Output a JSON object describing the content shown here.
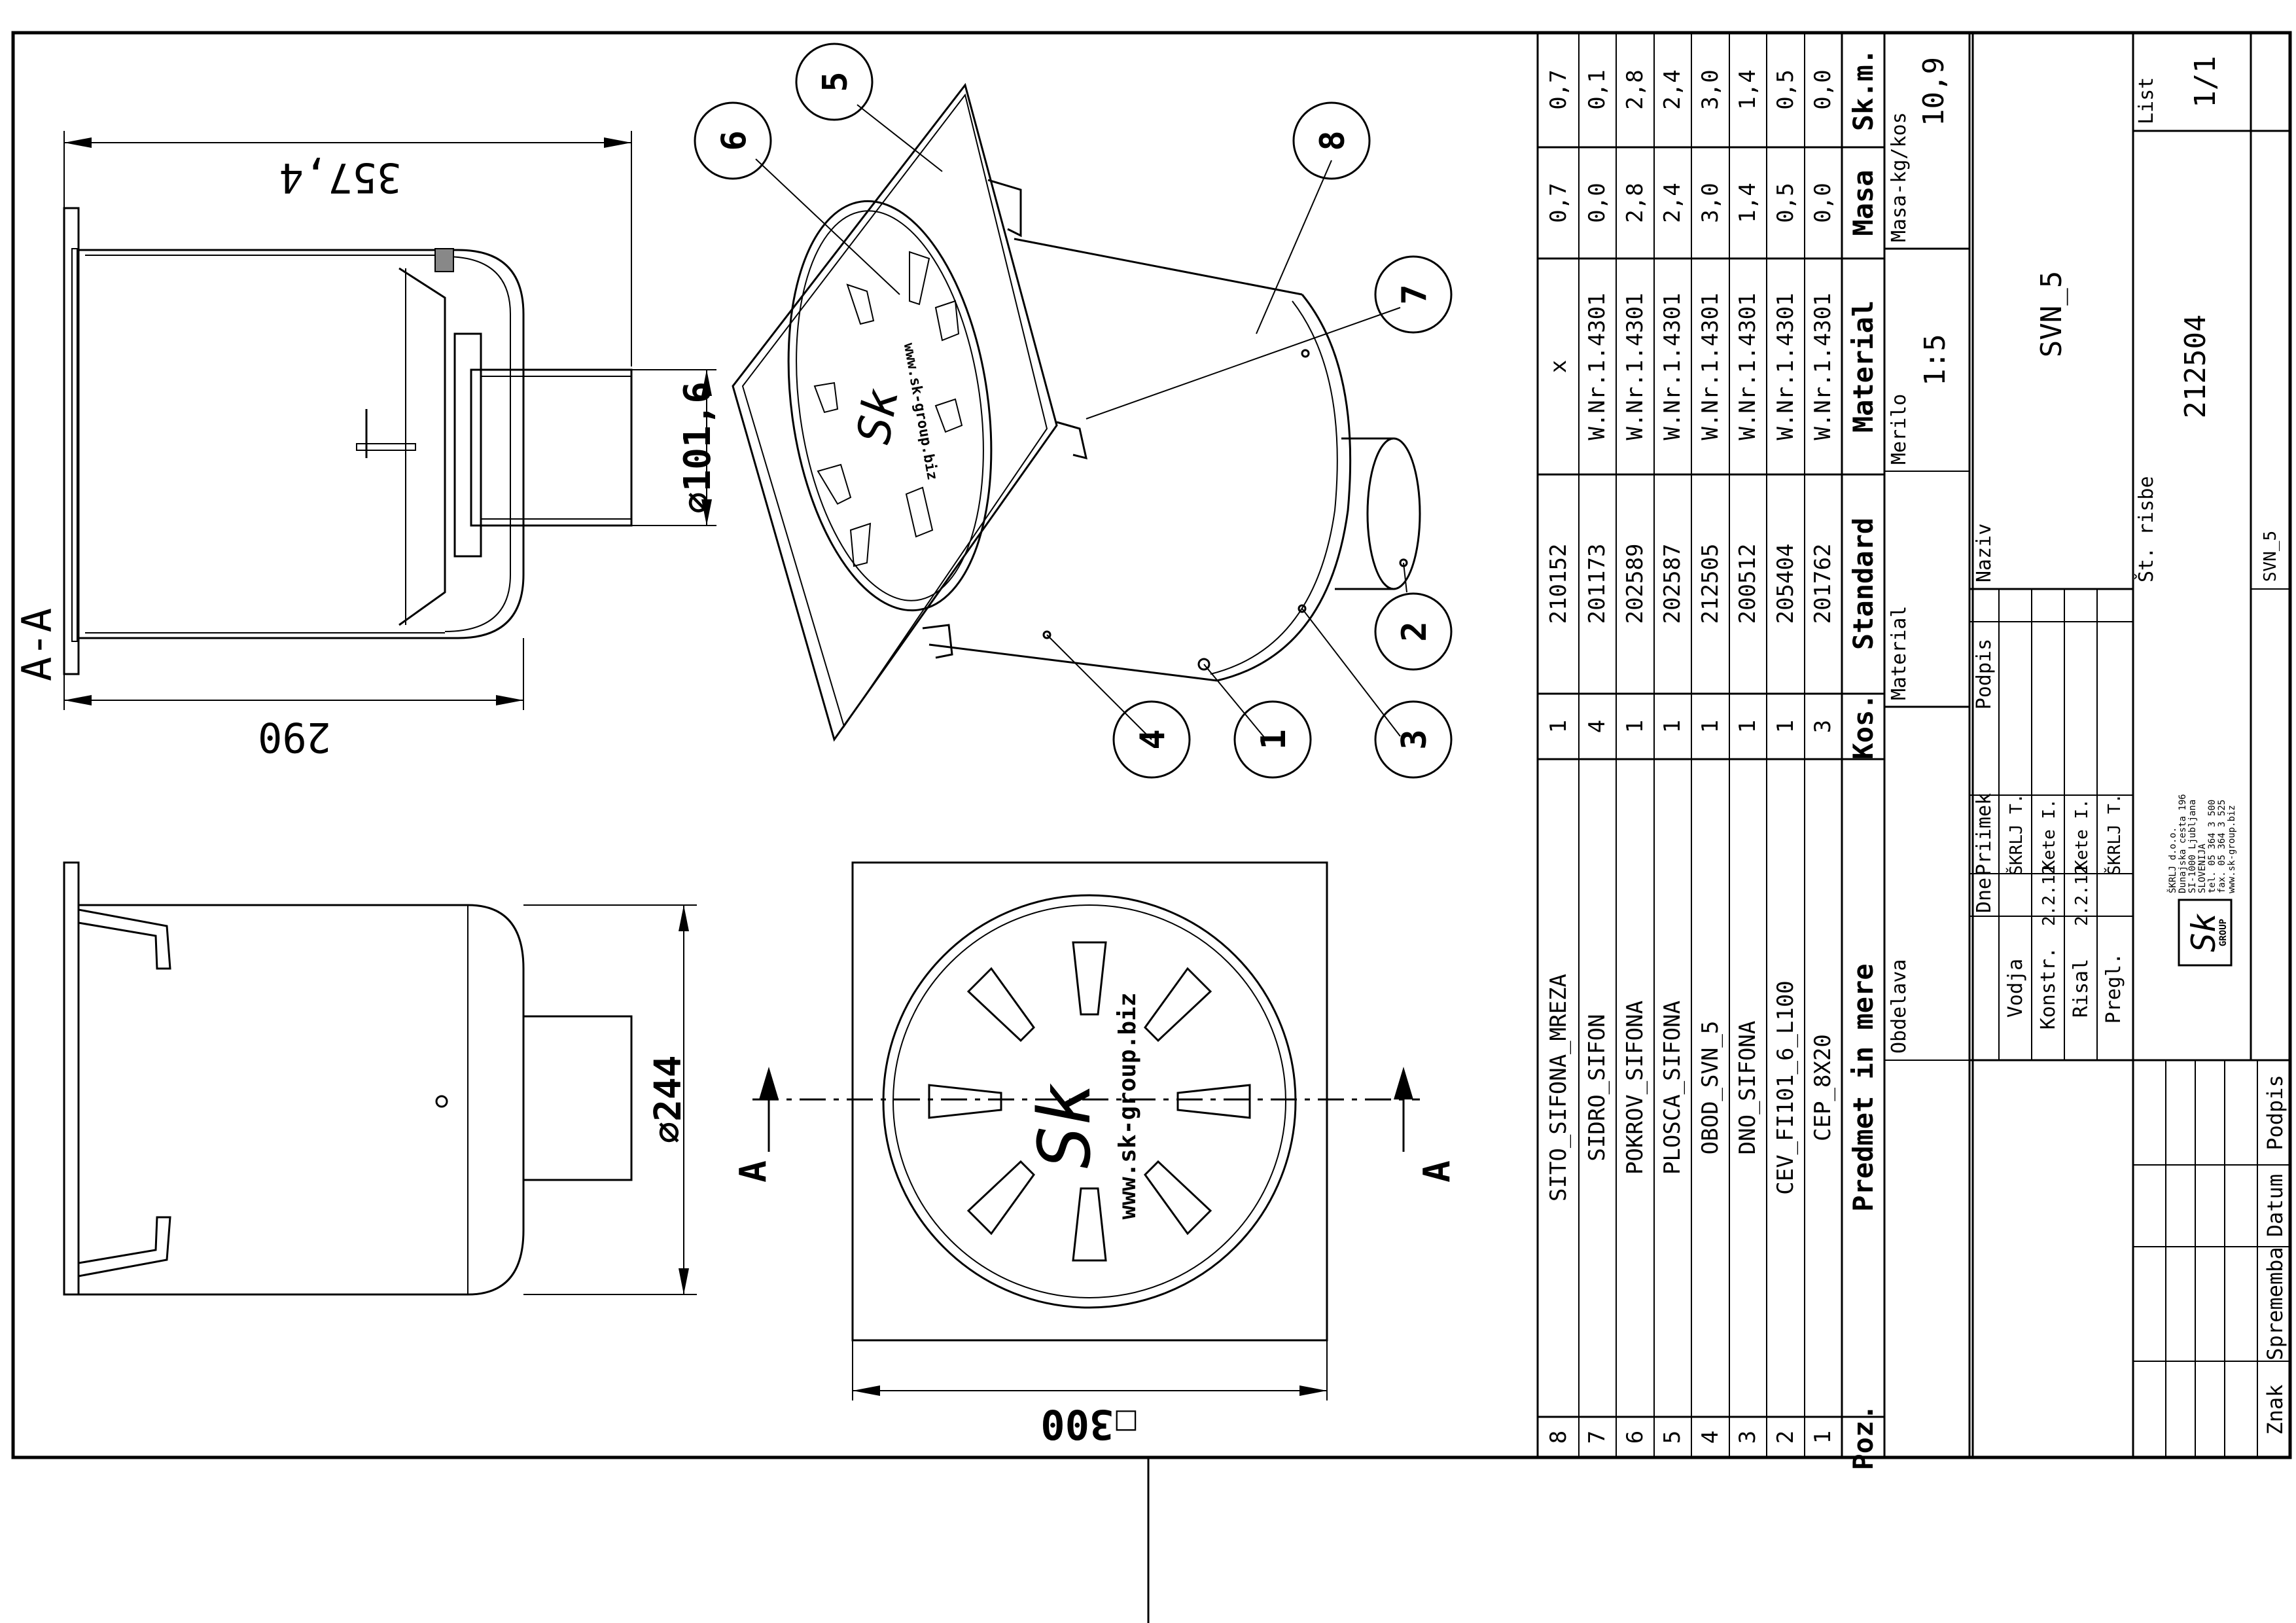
{
  "drawing": {
    "section_label": "A-A",
    "cut_marker": "A",
    "dim_height_total": "357,4",
    "dim_height_body": "290",
    "dim_outlet_diameter": "⌀101,6",
    "dim_body_diameter": "⌀244",
    "dim_square": "☐300",
    "grate_logo": "Sk",
    "grate_url": "www.sk-group.biz",
    "callouts": [
      "1",
      "2",
      "3",
      "4",
      "5",
      "6",
      "7",
      "8"
    ]
  },
  "parts_table": {
    "headers": {
      "poz": "Poz.",
      "name": "Predmet in mere",
      "qty": "Kos.",
      "standard": "Standard",
      "material": "Material",
      "mass": "Masa",
      "mass_total": "Sk.m."
    },
    "rows": [
      {
        "poz": "8",
        "name": "SITO_SIFONA_MREZA",
        "qty": "1",
        "standard": "210152",
        "material": "x",
        "mass": "0,7",
        "mass_total": "0,7"
      },
      {
        "poz": "7",
        "name": "SIDRO_SIFON",
        "qty": "4",
        "standard": "201173",
        "material": "W.Nr.1.4301",
        "mass": "0,0",
        "mass_total": "0,1"
      },
      {
        "poz": "6",
        "name": "POKROV_SIFONA",
        "qty": "1",
        "standard": "202589",
        "material": "W.Nr.1.4301",
        "mass": "2,8",
        "mass_total": "2,8"
      },
      {
        "poz": "5",
        "name": "PLOSCA_SIFONA",
        "qty": "1",
        "standard": "202587",
        "material": "W.Nr.1.4301",
        "mass": "2,4",
        "mass_total": "2,4"
      },
      {
        "poz": "4",
        "name": "OBOD_SVN_5",
        "qty": "1",
        "standard": "212505",
        "material": "W.Nr.1.4301",
        "mass": "3,0",
        "mass_total": "3,0"
      },
      {
        "poz": "3",
        "name": "DNO_SIFONA",
        "qty": "1",
        "standard": "200512",
        "material": "W.Nr.1.4301",
        "mass": "1,4",
        "mass_total": "1,4"
      },
      {
        "poz": "2",
        "name": "CEV_FI101_6_L100",
        "qty": "1",
        "standard": "205404",
        "material": "W.Nr.1.4301",
        "mass": "0,5",
        "mass_total": "0,5"
      },
      {
        "poz": "1",
        "name": "CEP_8X20",
        "qty": "3",
        "standard": "201762",
        "material": "W.Nr.1.4301",
        "mass": "0,0",
        "mass_total": "0,0"
      }
    ]
  },
  "title_block": {
    "masa_label": "Masa-kg/kos",
    "masa_value": "10,9",
    "merilo_label": "Merilo",
    "merilo_value": "1:5",
    "obdelava_label": "Obdelava",
    "material_label": "Material",
    "naziv_label": "Naziv",
    "naziv_value": "SVN_5",
    "st_risbe_label": "Št. risbe",
    "st_risbe_value": "212504",
    "list_label": "List",
    "list_value": "1/1",
    "drawing_code": "SVN_5",
    "sig_headers": {
      "dne": "Dne",
      "priimek": "Priimek",
      "podpis": "Podpis"
    },
    "sig_rows": [
      {
        "role": "Vodja",
        "date": "",
        "name": "ŠKRLJ T."
      },
      {
        "role": "Konstr.",
        "date": "2.2.12",
        "name": "Kete I."
      },
      {
        "role": "Risal",
        "date": "2.2.12",
        "name": "Kete I."
      },
      {
        "role": "Pregl.",
        "date": "",
        "name": "ŠKRLJ T."
      }
    ],
    "revision_headers": {
      "znak": "Znak",
      "sprememba": "Sprememba",
      "datum": "Datum",
      "podpis": "Podpis"
    },
    "company": {
      "lines": [
        "ŠKRLJ d.o.o.",
        "Dunajska cesta 196",
        "SI-1000 Ljubljana",
        "SLOVENIJA",
        "tel. 05 364 3 500",
        "fax. 05 364 3 525",
        "www.sk-group.biz"
      ],
      "logo_text": "Sk",
      "logo_sub": "GROUP"
    }
  }
}
